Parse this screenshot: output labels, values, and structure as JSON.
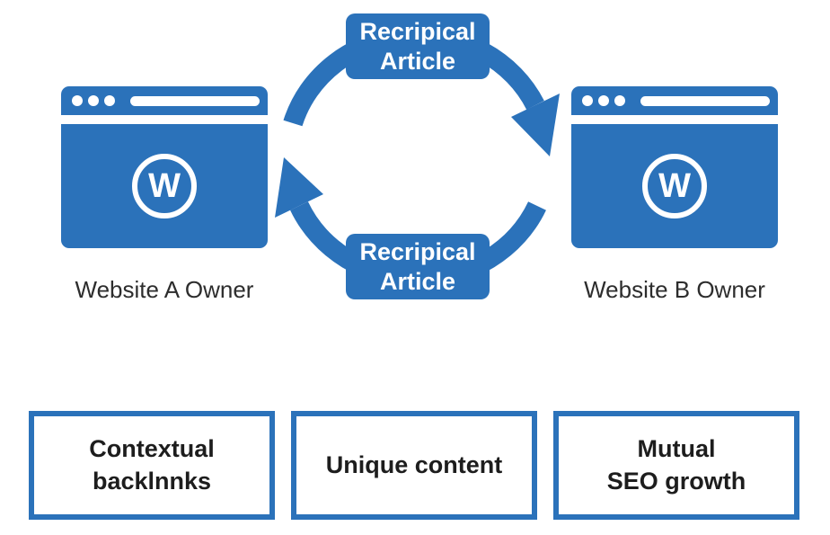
{
  "colors": {
    "blue": "#2b72ba",
    "caption_text": "#2d2d2d",
    "benefit_text": "#1d1d1d",
    "label_text": "#ffffff",
    "background": "#ffffff"
  },
  "cycle": {
    "top_label": {
      "line1": "Recripical",
      "line2": "Article"
    },
    "bottom_label": {
      "line1": "Recripical",
      "line2": "Article"
    }
  },
  "websites": [
    {
      "caption": "Website A Owner",
      "logo_letter": "W"
    },
    {
      "caption": "Website B Owner",
      "logo_letter": "W"
    }
  ],
  "benefits": [
    {
      "lines": [
        "Contextual",
        "backlnnks"
      ]
    },
    {
      "lines": [
        "Unique content"
      ]
    },
    {
      "lines": [
        "Mutual",
        "SEO growth"
      ]
    }
  ]
}
